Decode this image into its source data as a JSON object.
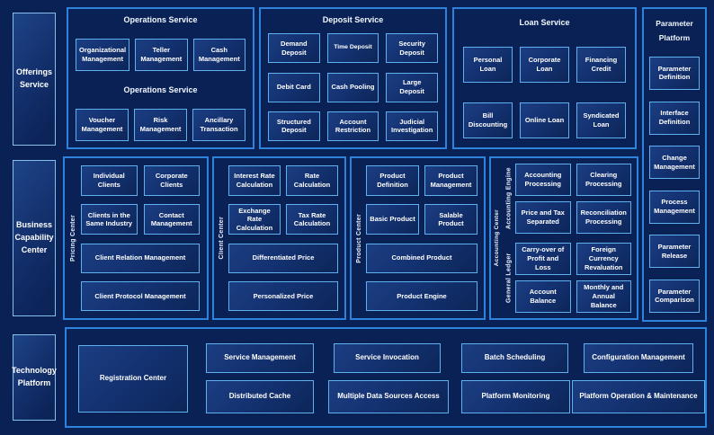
{
  "colors": {
    "background": "#0A2156",
    "panel_border": "#2F82DC",
    "box_border": "#5FB0EE",
    "rail_border": "#86BFEA",
    "text": "#FFFFFF"
  },
  "left_rail": {
    "offerings": "Offerings Service",
    "business": "Business Capability Center",
    "technology": "Technology Platform"
  },
  "top": {
    "operations": {
      "title": "Operations Service",
      "mid_label": "Operations Service",
      "boxes": [
        "Organizational Management",
        "Teller Management",
        "Cash Management",
        "Voucher Management",
        "Risk Management",
        "Ancillary Transaction"
      ]
    },
    "deposit": {
      "title": "Deposit Service",
      "boxes": [
        "Demand Deposit",
        "Time Deposit",
        "Security Deposit",
        "Debit Card",
        "Cash Pooling",
        "Large Deposit",
        "Structured Deposit",
        "Account Restriction",
        "Judicial Investigation"
      ]
    },
    "loan": {
      "title": "Loan Service",
      "boxes": [
        "Personal Loan",
        "Corporate Loan",
        "Financing Credit",
        "Bill Discounting",
        "Online Loan",
        "Syndicated Loan"
      ]
    }
  },
  "parameter_platform": {
    "title_line1": "Parameter",
    "title_line2": "Platform",
    "boxes": [
      "Parameter Definition",
      "Interface Definition",
      "Change Management",
      "Process Management",
      "Parameter Release",
      "Parameter Comparison"
    ]
  },
  "middle": {
    "pricing_center": {
      "vlabel": "Pricing Center",
      "small_boxes": [
        "Individual Clients",
        "Corporate Clients",
        "Clients in the Same Industry",
        "Contact Management"
      ],
      "wide_boxes": [
        "Client Relation Management",
        "Client Protocol Management"
      ]
    },
    "client_center": {
      "vlabel": "Client Center",
      "small_boxes": [
        "Interest Rate Calculation",
        "Rate Calculation",
        "Exchange Rate Calculation",
        "Tax Rate Calculation"
      ],
      "wide_boxes": [
        "Differentiated Price",
        "Personalized Price"
      ]
    },
    "product_center": {
      "vlabel": "Product Center",
      "small_boxes": [
        "Product Definition",
        "Product Management",
        "Basic Product",
        "Salable Product"
      ],
      "wide_boxes": [
        "Combined Product",
        "Product Engine"
      ]
    },
    "accounting_center": {
      "vlabel": "Accounting Center",
      "groups": [
        {
          "vlabel": "Accounting Engine",
          "boxes": [
            "Accounting Processing",
            "Clearing Processing",
            "Price and Tax Separated",
            "Reconciliation Processing"
          ]
        },
        {
          "vlabel": "General Ledger",
          "boxes": [
            "Carry-over of Profit and Loss",
            "Foreign Currency Revaluation",
            "Account Balance",
            "Monthly and Annual Balance"
          ]
        }
      ]
    }
  },
  "bottom": {
    "registration": "Registration Center",
    "row1": [
      "Service Management",
      "Service Invocation",
      "Batch Scheduling",
      "Configuration Management"
    ],
    "row2": [
      "Distributed Cache",
      "Multiple Data Sources Access",
      "Platform Monitoring",
      "Platform Operation & Maintenance"
    ]
  }
}
